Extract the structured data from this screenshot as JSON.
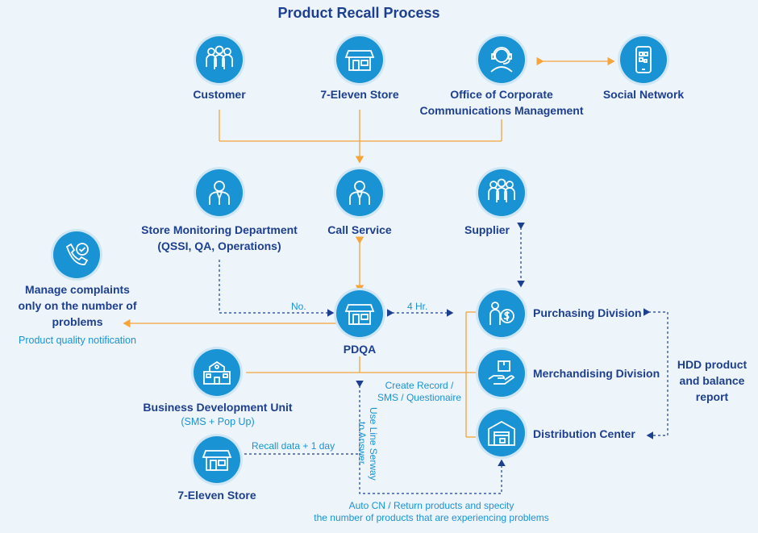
{
  "title": "Product Recall Process",
  "nodes": {
    "customer": {
      "label": "Customer",
      "icon": "people-group-icon"
    },
    "store_top": {
      "label": "7-Eleven Store",
      "icon": "storefront-icon"
    },
    "corp_comm": {
      "label_line1": "Office of Corporate",
      "label_line2": "Communications Management",
      "icon": "operator-headset-icon"
    },
    "social": {
      "label": "Social Network",
      "icon": "qr-phone-icon"
    },
    "store_monitoring": {
      "label_line1": "Store Monitoring Department",
      "label_line2": "(QSSI, QA, Operations)",
      "icon": "businessman-icon"
    },
    "call_service": {
      "label": "Call Service",
      "icon": "businessman-icon"
    },
    "supplier": {
      "label": "Supplier",
      "icon": "people-group-icon"
    },
    "complaints": {
      "label_line1": "Manage complaints",
      "label_line2": "only on the number of",
      "label_line3": "problems",
      "sub": "Product quality notification",
      "icon": "phone-check-icon"
    },
    "pdqa": {
      "label": "PDQA",
      "icon": "storefront-icon"
    },
    "purchasing": {
      "label": "Purchasing Division",
      "icon": "money-person-icon"
    },
    "merchandising": {
      "label": "Merchandising Division",
      "icon": "hand-box-icon"
    },
    "distribution": {
      "label": "Distribution Center",
      "icon": "warehouse-icon"
    },
    "bdu": {
      "label": "Business Development Unit",
      "sub": "(SMS + Pop Up)",
      "icon": "school-building-icon"
    },
    "store_bottom": {
      "label": "7-Eleven Store",
      "icon": "storefront-icon"
    },
    "hdd": {
      "label_line1": "HDD product",
      "label_line2": "and balance",
      "label_line3": "report"
    }
  },
  "notes": {
    "no": "No.",
    "four_hr": "4 Hr.",
    "create_record_1": "Create Record /",
    "create_record_2": "SMS / Questionaire",
    "use_line": "Use Line Serway",
    "to_answer": "to Answer",
    "recall_data": "Recall data + 1 day",
    "auto_cn_1": "Auto CN / Return products and specity",
    "auto_cn_2": "the number of products that are experiencing problems"
  },
  "colors": {
    "brand_blue": "#1a93d5",
    "navy": "#1d3f8f",
    "orange": "#f5a53a",
    "background": "#edf4fa"
  }
}
